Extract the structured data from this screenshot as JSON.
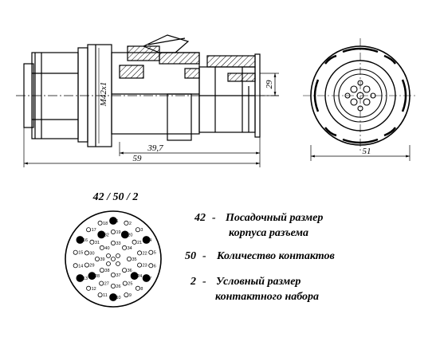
{
  "drawing": {
    "side_view": {
      "thread_label": "M42x1",
      "dim_length_partial": "39,7",
      "dim_length_total": "59",
      "dim_height": "29"
    },
    "front_view": {
      "dim_diameter": "51"
    },
    "contact_layout": {
      "code": "42 / 50 / 2",
      "pin_numbers": [
        "1",
        "2",
        "3",
        "4",
        "5",
        "6",
        "7",
        "8",
        "9",
        "10",
        "11",
        "12",
        "13",
        "14",
        "15",
        "16",
        "17",
        "18",
        "19",
        "20",
        "21",
        "22",
        "23",
        "24",
        "25",
        "26",
        "27",
        "28",
        "29",
        "30",
        "31",
        "32",
        "33",
        "34",
        "35",
        "36",
        "37",
        "38",
        "39",
        "40"
      ]
    }
  },
  "legend": [
    {
      "num": "42",
      "dash": "-",
      "line1": "Посадочный размер",
      "line2": "корпуса разъема"
    },
    {
      "num": "50",
      "dash": "-",
      "line1": "Количество контактов",
      "line2": ""
    },
    {
      "num": "2",
      "dash": "-",
      "line1": "Условный размер",
      "line2": "контактного набора"
    }
  ]
}
